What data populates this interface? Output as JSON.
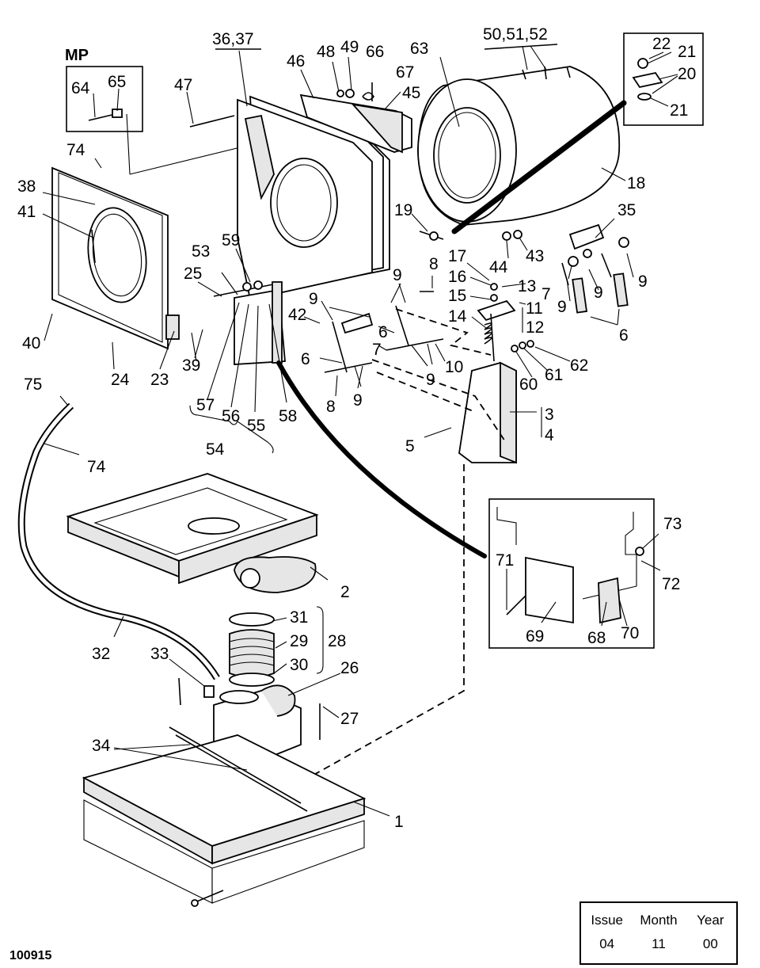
{
  "diagram": {
    "detail_title": "MP",
    "figure_number": "100915",
    "callouts": {
      "c1": "1",
      "c2": "2",
      "c3": "3",
      "c4": "4",
      "c5": "5",
      "c6a": "6",
      "c6b": "6",
      "c6c": "6",
      "c7a": "7",
      "c7b": "7",
      "c8a": "8",
      "c8b": "8",
      "c9a": "9",
      "c9b": "9",
      "c9c": "9",
      "c9d": "9",
      "c9e": "9",
      "c9f": "9",
      "c9g": "9",
      "c10": "10",
      "c11": "11",
      "c12": "12",
      "c13": "13",
      "c14": "14",
      "c15": "15",
      "c16": "16",
      "c17": "17",
      "c18": "18",
      "c19": "19",
      "c20": "20",
      "c21a": "21",
      "c21b": "21",
      "c22": "22",
      "c23": "23",
      "c24": "24",
      "c25": "25",
      "c26": "26",
      "c27": "27",
      "c28": "28",
      "c29": "29",
      "c30": "30",
      "c31": "31",
      "c32": "32",
      "c33": "33",
      "c34": "34",
      "c35": "35",
      "c36_37": "36,37",
      "c38": "38",
      "c39": "39",
      "c40": "40",
      "c41": "41",
      "c42": "42",
      "c43": "43",
      "c44": "44",
      "c45": "45",
      "c46": "46",
      "c47": "47",
      "c48": "48",
      "c49": "49",
      "c50_52": "50,51,52",
      "c53": "53",
      "c54": "54",
      "c55": "55",
      "c56": "56",
      "c57": "57",
      "c58": "58",
      "c59": "59",
      "c60": "60",
      "c61": "61",
      "c62": "62",
      "c63": "63",
      "c64": "64",
      "c65": "65",
      "c66": "66",
      "c67": "67",
      "c68": "68",
      "c69": "69",
      "c70": "70",
      "c71": "71",
      "c72": "72",
      "c73": "73",
      "c74a": "74",
      "c74b": "74",
      "c75": "75"
    }
  },
  "issue_table": {
    "headers": [
      "Issue",
      "Month",
      "Year"
    ],
    "values": [
      "04",
      "11",
      "00"
    ]
  }
}
